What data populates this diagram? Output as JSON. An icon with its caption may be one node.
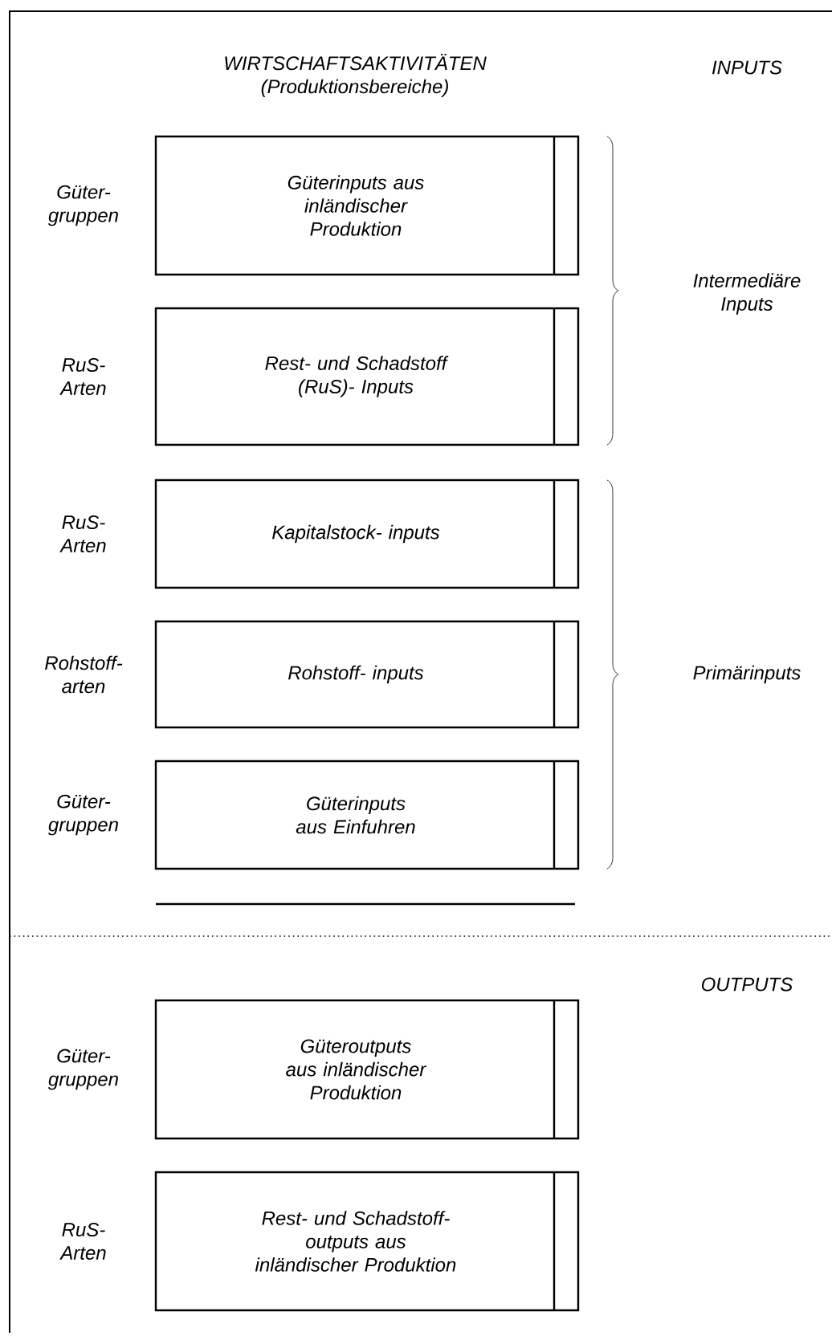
{
  "diagram": {
    "nodes": [
      {
        "text": [
          "Güterinputs aus inländischer Produktion"
        ],
        "beside": [
          "Güter- gruppen"
        ]
      },
      {
        "text": [
          "Rest- und Schadstoff (RuS)- Inputs"
        ],
        "beside": [
          "RuS- Arten"
        ]
      },
      {
        "text": [
          "Kapitalstock- inputs"
        ],
        "beside": [
          "RuS- Arten"
        ]
      },
      {
        "text": [
          "Rohstoff- inputs"
        ],
        "beside": [
          "Rohstoff- arten"
        ]
      },
      {
        "text": [
          "Güterinputs aus Einfuhren"
        ],
        "beside": [
          "Güter- gruppen"
        ]
      },
      {
        "text": [
          "Güteroutputs aus inländischer Produktion"
        ],
        "beside": [
          "Güter- gruppen"
        ]
      },
      {
        "text": [
          "Rest- und Schadstoff- outputs aus inländischer Produktion"
        ],
        "beside": [
          "RuS- Arten"
        ]
      }
    ],
    "labels": [
      "WIRTSCHAFTSAKTIVITÄTEN (Produktionsbereiche)",
      "INPUTS",
      "Intermediäre Inputs",
      "Primärinputs",
      "OUTPUTS"
    ]
  }
}
